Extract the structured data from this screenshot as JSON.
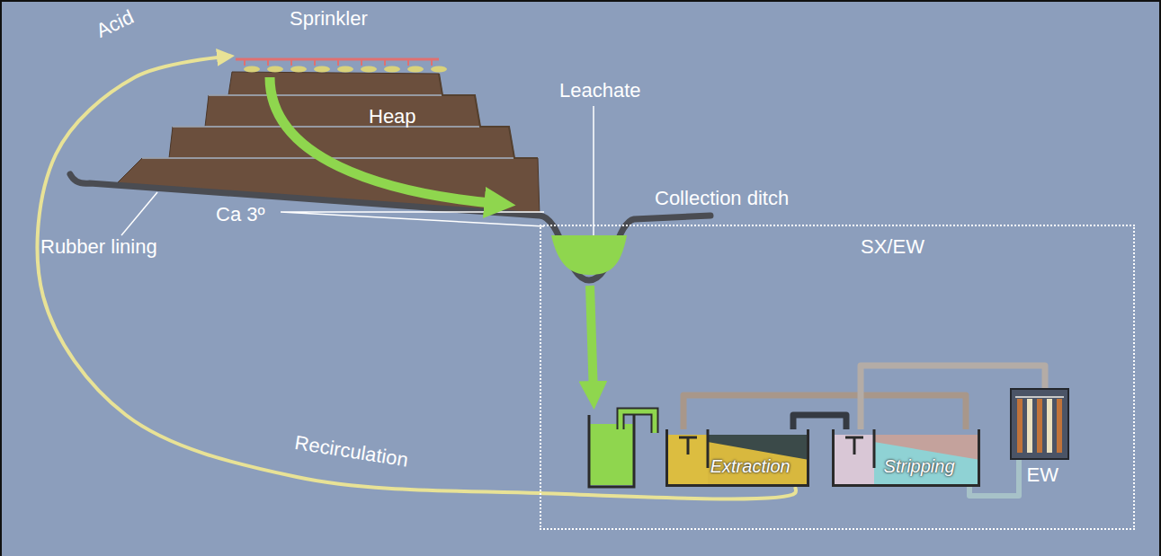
{
  "diagram": {
    "nodes": [
      {
        "text": [
          "Heap"
        ]
      },
      {
        "text": [
          "SX/EW"
        ]
      },
      {
        "text": [
          "Extraction"
        ],
        "in": 1
      },
      {
        "text": [
          "Stripping"
        ],
        "in": 1
      },
      {
        "text": [
          "EW"
        ],
        "in": 1
      }
    ],
    "edges": [
      {
        "from": 2,
        "to": 3,
        "arrow": "none"
      },
      {
        "from": 3,
        "to": 2,
        "arrow": "none"
      },
      {
        "from": 3,
        "to": 4,
        "arrow": "none"
      },
      {
        "from": 4,
        "to": 3,
        "arrow": "none"
      },
      {
        "from": 2,
        "to": 0,
        "label": "Recirculation",
        "arrow": "to"
      }
    ],
    "labels": [
      "Acid",
      "Sprinkler",
      "Leachate",
      "Collection ditch",
      "Rubber lining",
      "Ca 3º"
    ]
  }
}
